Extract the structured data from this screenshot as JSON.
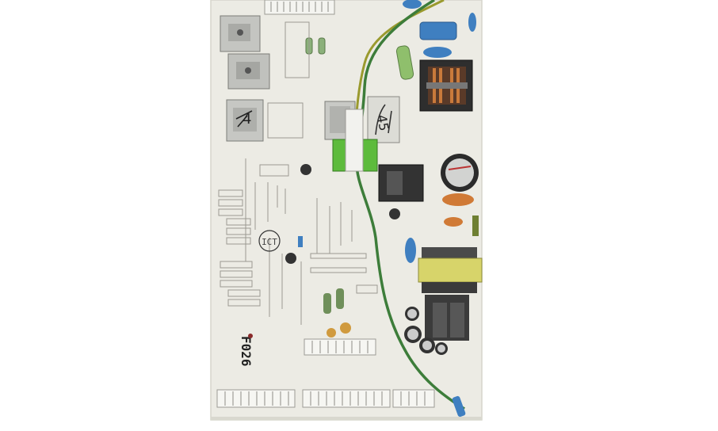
{
  "photo": {
    "board_marking": "F026",
    "logo_marking": "ICT",
    "handwritten_marks": [
      "4",
      "45"
    ]
  },
  "colors": {
    "board": "#ecebe4",
    "board_shadow": "#d9d8cf",
    "trace": "#c9c8be",
    "metal": "#b9bab6",
    "green_wire": "#3d7d3a",
    "yellow_wire": "#9a9a2e",
    "blue_capacitor": "#3f7fc0",
    "transformer": "#d7d46a",
    "green_connector": "#5dbb3c"
  }
}
